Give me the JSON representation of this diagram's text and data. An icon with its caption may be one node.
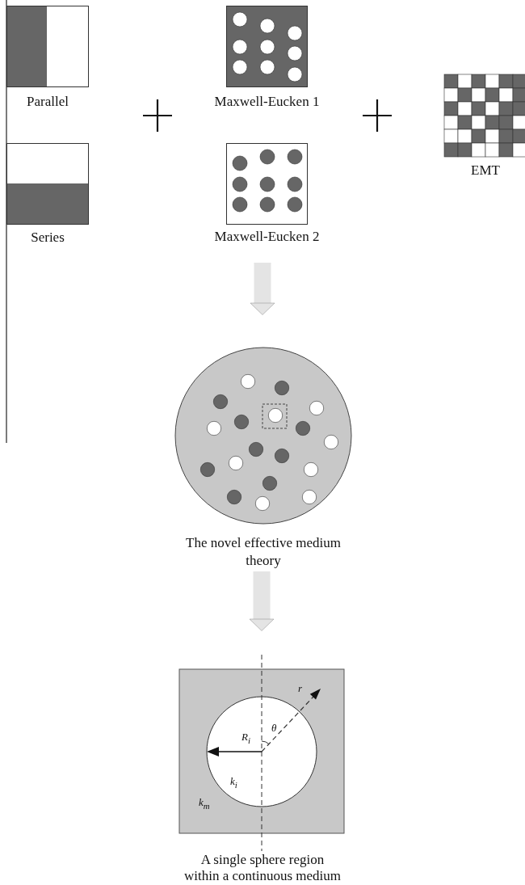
{
  "diagram": {
    "nodes": [
      {
        "text": [
          "Parallel"
        ]
      },
      {
        "text": [
          "Series"
        ]
      },
      {
        "text": [
          "Maxwell-Eucken 1"
        ]
      },
      {
        "text": [
          "Maxwell-Eucken 2"
        ]
      },
      {
        "text": [
          "EMT"
        ]
      },
      {
        "text": [
          "The novel effective medium theory"
        ]
      },
      {
        "text": [
          "A single sphere region within a continuous medium"
        ]
      }
    ],
    "edges": [
      {
        "from": null,
        "to": 5,
        "arrow": "to"
      },
      {
        "from": 5,
        "to": 6,
        "arrow": "to"
      }
    ],
    "labels": [
      "r",
      "θ",
      "R$_{i}$",
      "k$_{i}$",
      "k$_{m}$"
    ]
  }
}
